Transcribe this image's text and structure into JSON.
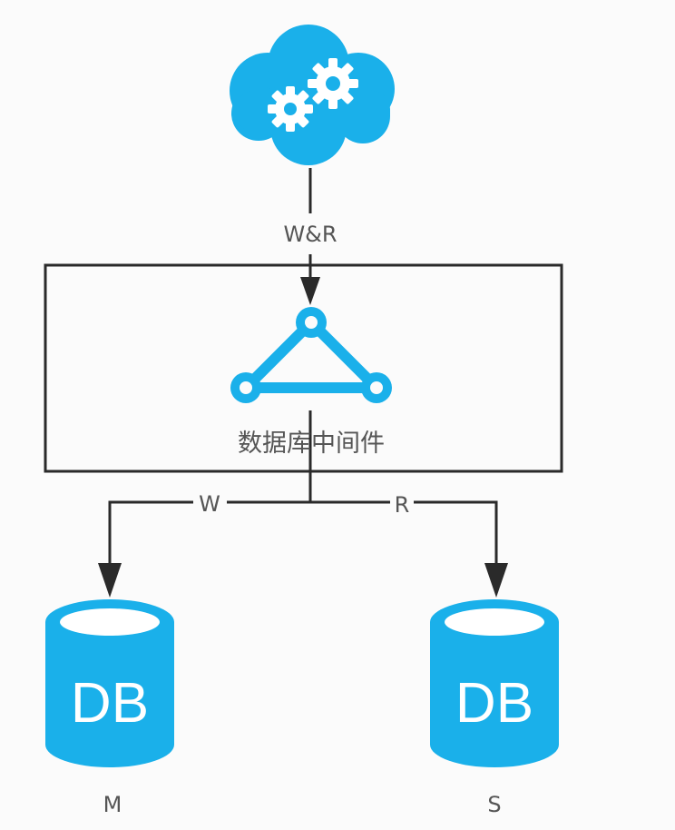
{
  "diagram": {
    "colors": {
      "accent": "#1ab0ea",
      "line": "#2a2a2a",
      "text": "#555555",
      "background": "#fbfbfb"
    },
    "cloud": {
      "icon": "cloud-gears-icon",
      "label": ""
    },
    "edges": {
      "top": "W&R",
      "left": "W",
      "right": "R"
    },
    "middleware": {
      "icon": "network-triangle-icon",
      "label": "数据库中间件"
    },
    "databases": [
      {
        "icon": "database-icon",
        "text": "DB",
        "caption": "M"
      },
      {
        "icon": "database-icon",
        "text": "DB",
        "caption": "S"
      }
    ]
  }
}
